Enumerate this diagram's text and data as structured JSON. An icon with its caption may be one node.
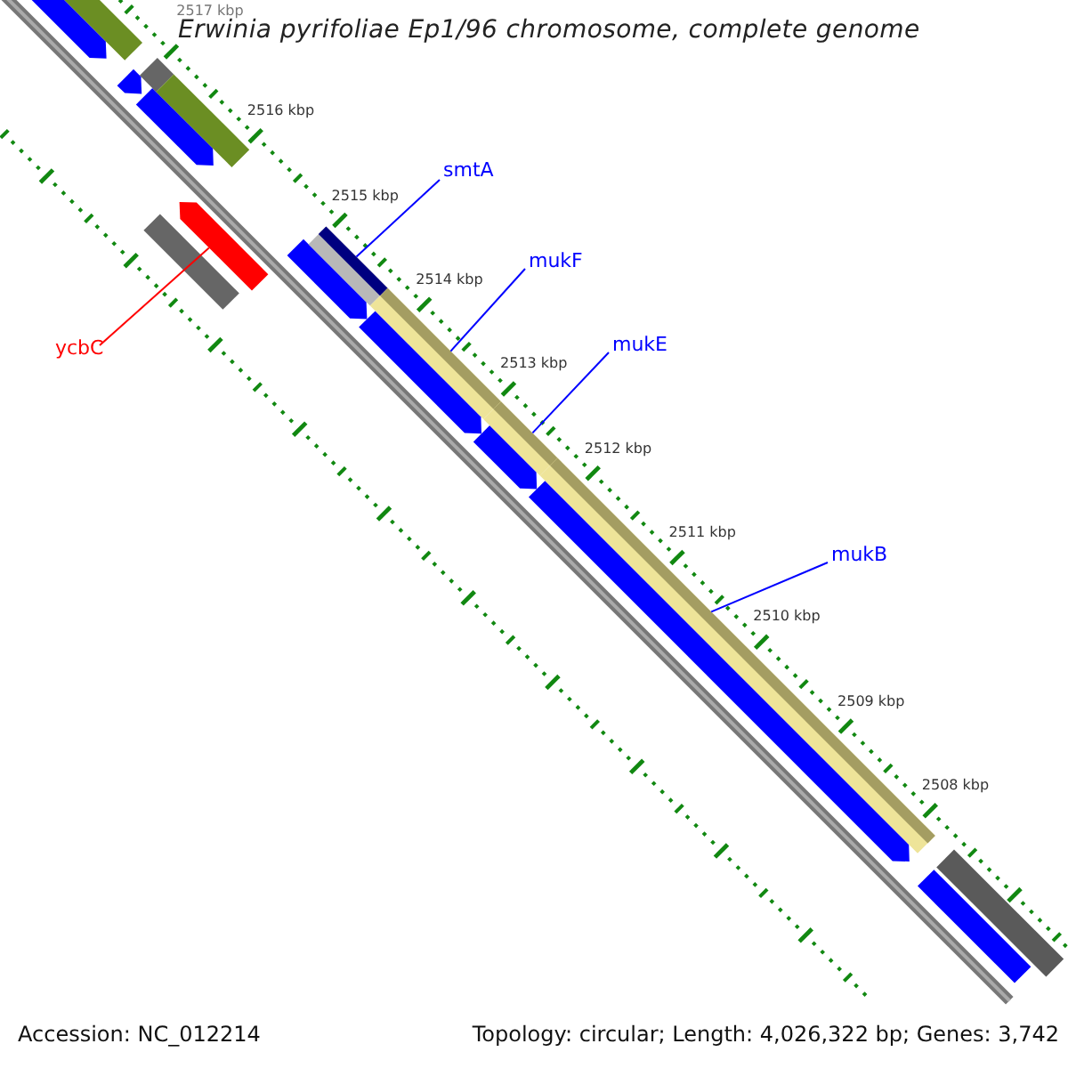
{
  "diagram": {
    "title": "Erwinia pyrifoliae Ep1/96 chromosome, complete genome",
    "nodes": [
      {
        "text": [
          "smtA"
        ]
      },
      {
        "text": [],
        "shape": "bar"
      },
      {
        "text": [
          "mukF"
        ]
      },
      {
        "text": [],
        "shape": "bar"
      },
      {
        "text": [
          "mukE"
        ]
      },
      {
        "text": [],
        "shape": "bar"
      },
      {
        "text": [
          "mukB"
        ]
      },
      {
        "text": [],
        "shape": "bar"
      },
      {
        "text": [
          "ycbC"
        ]
      },
      {
        "text": [],
        "shape": "bar"
      }
    ],
    "edges": [
      {
        "from": 0,
        "to": 1,
        "arrow": "none"
      },
      {
        "from": 2,
        "to": 3,
        "arrow": "none"
      },
      {
        "from": 4,
        "to": 5,
        "arrow": "none"
      },
      {
        "from": 6,
        "to": 7,
        "arrow": "none"
      },
      {
        "from": 8,
        "to": 9,
        "arrow": "none",
        "color": "#ff0000"
      }
    ],
    "labels": [
      "2517 kbp",
      "2516 kbp",
      "2515 kbp",
      "2514 kbp",
      "2513 kbp",
      "2512 kbp",
      "2511 kbp",
      "2510 kbp",
      "2509 kbp",
      "2508 kbp",
      "Accession: NC_012214",
      "Topology: circular; Length: 4,026,322 bp; Genes: 3,742"
    ]
  }
}
